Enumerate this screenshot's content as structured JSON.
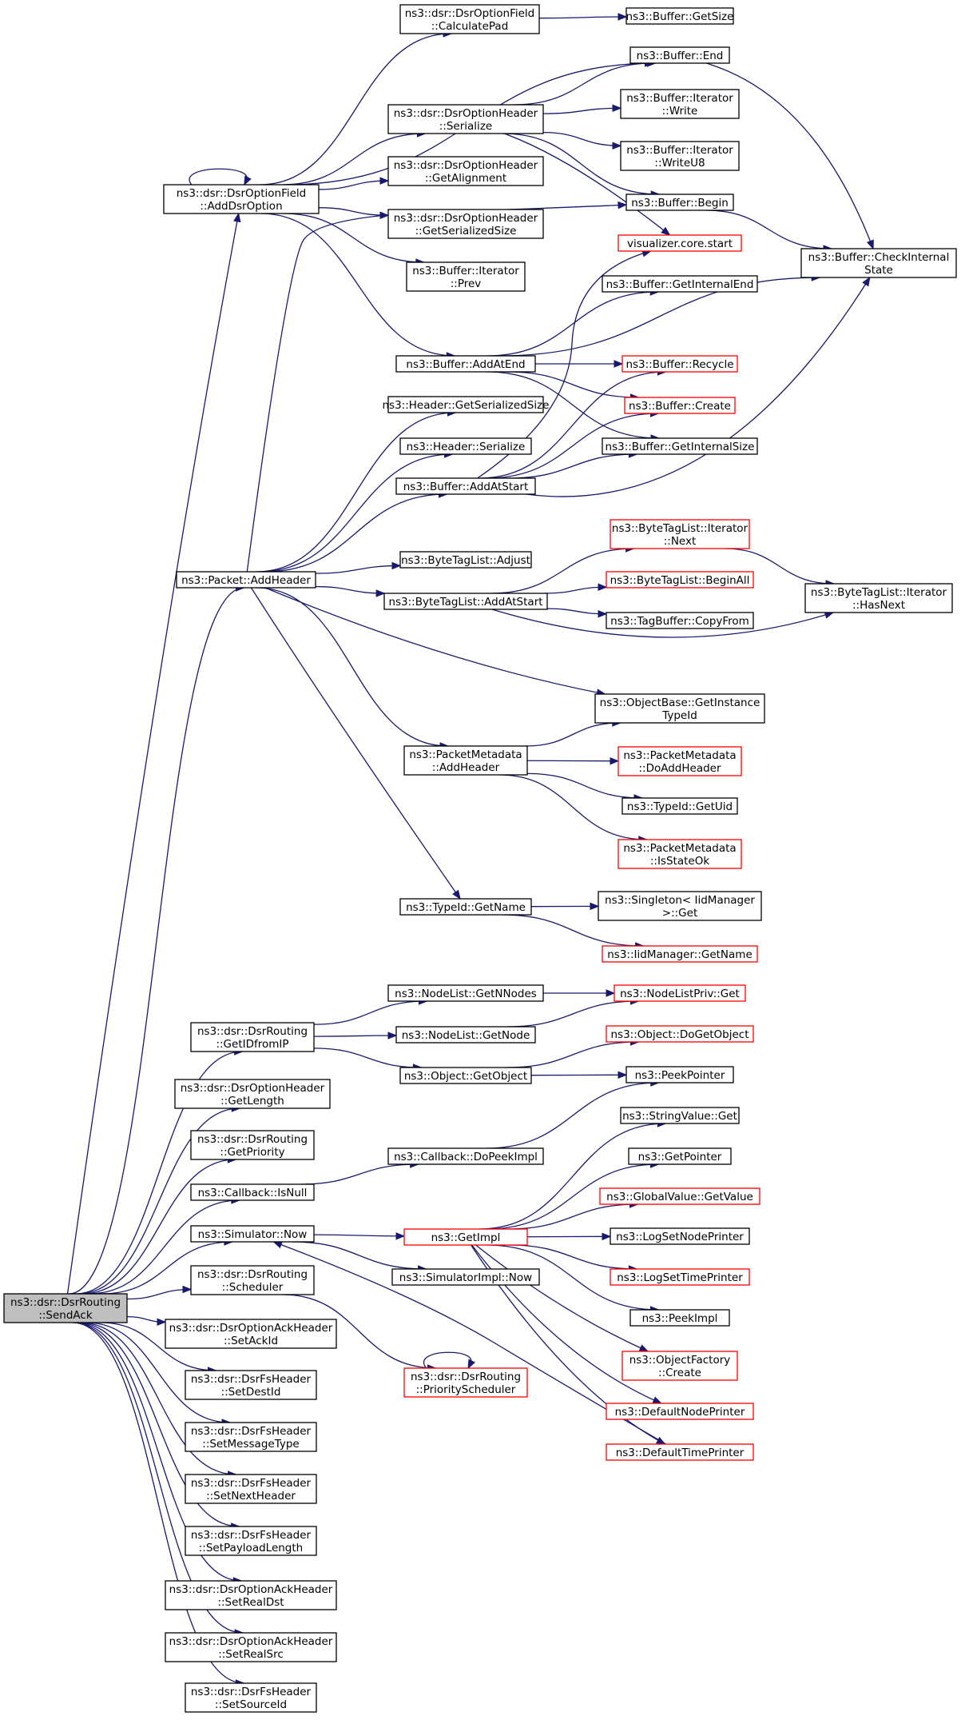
{
  "colors": {
    "background": "#ffffff",
    "edge": "#191970",
    "node_border": "#000000",
    "node_border_truncated": "#ff0000",
    "root_fill": "#bfbfbf",
    "node_fill": "#ffffff",
    "text": "#000000"
  },
  "nodes": [
    {
      "id": "sendack",
      "lines": [
        "ns3::dsr::DsrRouting",
        "::SendAck"
      ],
      "root": true
    },
    {
      "id": "adddsroption",
      "lines": [
        "ns3::dsr::DsrOptionField",
        "::AddDsrOption"
      ]
    },
    {
      "id": "packet_addheader",
      "lines": [
        "ns3::Packet::AddHeader"
      ]
    },
    {
      "id": "getidfromip",
      "lines": [
        "ns3::dsr::DsrRouting",
        "::GetIDfromIP"
      ]
    },
    {
      "id": "ohdr_getlength",
      "lines": [
        "ns3::dsr::DsrOptionHeader",
        "::GetLength"
      ]
    },
    {
      "id": "getpriority",
      "lines": [
        "ns3::dsr::DsrRouting",
        "::GetPriority"
      ]
    },
    {
      "id": "cb_isnull",
      "lines": [
        "ns3::Callback::IsNull"
      ]
    },
    {
      "id": "sim_now",
      "lines": [
        "ns3::Simulator::Now"
      ]
    },
    {
      "id": "scheduler",
      "lines": [
        "ns3::dsr::DsrRouting",
        "::Scheduler"
      ]
    },
    {
      "id": "ack_setackid",
      "lines": [
        "ns3::dsr::DsrOptionAckHeader",
        "::SetAckId"
      ]
    },
    {
      "id": "fs_setdestid",
      "lines": [
        "ns3::dsr::DsrFsHeader",
        "::SetDestId"
      ]
    },
    {
      "id": "fs_setmsgtype",
      "lines": [
        "ns3::dsr::DsrFsHeader",
        "::SetMessageType"
      ]
    },
    {
      "id": "fs_setnexthdr",
      "lines": [
        "ns3::dsr::DsrFsHeader",
        "::SetNextHeader"
      ]
    },
    {
      "id": "fs_setpayload",
      "lines": [
        "ns3::dsr::DsrFsHeader",
        "::SetPayloadLength"
      ]
    },
    {
      "id": "ack_setrealdst",
      "lines": [
        "ns3::dsr::DsrOptionAckHeader",
        "::SetRealDst"
      ]
    },
    {
      "id": "ack_setrealsrc",
      "lines": [
        "ns3::dsr::DsrOptionAckHeader",
        "::SetRealSrc"
      ]
    },
    {
      "id": "fs_setsourceid",
      "lines": [
        "ns3::dsr::DsrFsHeader",
        "::SetSourceId"
      ]
    },
    {
      "id": "calcpad",
      "lines": [
        "ns3::dsr::DsrOptionField",
        "::CalculatePad"
      ]
    },
    {
      "id": "ohdr_serialize",
      "lines": [
        "ns3::dsr::DsrOptionHeader",
        "::Serialize"
      ]
    },
    {
      "id": "ohdr_getalign",
      "lines": [
        "ns3::dsr::DsrOptionHeader",
        "::GetAlignment"
      ]
    },
    {
      "id": "ohdr_getser",
      "lines": [
        "ns3::dsr::DsrOptionHeader",
        "::GetSerializedSize"
      ]
    },
    {
      "id": "bi_prev",
      "lines": [
        "ns3::Buffer::Iterator",
        "::Prev"
      ]
    },
    {
      "id": "buf_addatend",
      "lines": [
        "ns3::Buffer::AddAtEnd"
      ]
    },
    {
      "id": "hdr_getser",
      "lines": [
        "ns3::Header::GetSerializedSize"
      ]
    },
    {
      "id": "hdr_serialize",
      "lines": [
        "ns3::Header::Serialize"
      ]
    },
    {
      "id": "buf_addatstart",
      "lines": [
        "ns3::Buffer::AddAtStart"
      ]
    },
    {
      "id": "btl_adjust",
      "lines": [
        "ns3::ByteTagList::Adjust"
      ]
    },
    {
      "id": "btl_addatstart",
      "lines": [
        "ns3::ByteTagList::AddAtStart"
      ]
    },
    {
      "id": "pm_addheader",
      "lines": [
        "ns3::PacketMetadata",
        "::AddHeader"
      ]
    },
    {
      "id": "typeid_getname",
      "lines": [
        "ns3::TypeId::GetName"
      ]
    },
    {
      "id": "nl_getnnodes",
      "lines": [
        "ns3::NodeList::GetNNodes"
      ]
    },
    {
      "id": "nl_getnode",
      "lines": [
        "ns3::NodeList::GetNode"
      ]
    },
    {
      "id": "obj_getobject",
      "lines": [
        "ns3::Object::GetObject"
      ]
    },
    {
      "id": "cb_dopeekimpl",
      "lines": [
        "ns3::Callback::DoPeekImpl"
      ]
    },
    {
      "id": "getimpl",
      "lines": [
        "ns3::GetImpl"
      ],
      "truncated": true
    },
    {
      "id": "simimpl_now",
      "lines": [
        "ns3::SimulatorImpl::Now"
      ]
    },
    {
      "id": "prio_sched",
      "lines": [
        "ns3::dsr::DsrRouting",
        "::PriorityScheduler"
      ],
      "truncated": true
    },
    {
      "id": "buf_getsize",
      "lines": [
        "ns3::Buffer::GetSize"
      ]
    },
    {
      "id": "buf_end",
      "lines": [
        "ns3::Buffer::End"
      ]
    },
    {
      "id": "bi_write",
      "lines": [
        "ns3::Buffer::Iterator",
        "::Write"
      ]
    },
    {
      "id": "bi_writeu8",
      "lines": [
        "ns3::Buffer::Iterator",
        "::WriteU8"
      ]
    },
    {
      "id": "buf_begin",
      "lines": [
        "ns3::Buffer::Begin"
      ]
    },
    {
      "id": "viz_start",
      "lines": [
        "visualizer.core.start"
      ],
      "truncated": true
    },
    {
      "id": "buf_getintend",
      "lines": [
        "ns3::Buffer::GetInternalEnd"
      ]
    },
    {
      "id": "buf_recycle",
      "lines": [
        "ns3::Buffer::Recycle"
      ],
      "truncated": true
    },
    {
      "id": "buf_create",
      "lines": [
        "ns3::Buffer::Create"
      ],
      "truncated": true
    },
    {
      "id": "buf_getintsize",
      "lines": [
        "ns3::Buffer::GetInternalSize"
      ]
    },
    {
      "id": "btli_next",
      "lines": [
        "ns3::ByteTagList::Iterator",
        "::Next"
      ],
      "truncated": true
    },
    {
      "id": "btl_beginall",
      "lines": [
        "ns3::ByteTagList::BeginAll"
      ],
      "truncated": true
    },
    {
      "id": "tagbuf_copyfrom",
      "lines": [
        "ns3::TagBuffer::CopyFrom"
      ]
    },
    {
      "id": "ob_getinstancetid",
      "lines": [
        "ns3::ObjectBase::GetInstance",
        "TypeId"
      ]
    },
    {
      "id": "pm_doaddheader",
      "lines": [
        "ns3::PacketMetadata",
        "::DoAddHeader"
      ],
      "truncated": true
    },
    {
      "id": "typeid_getuid",
      "lines": [
        "ns3::TypeId::GetUid"
      ]
    },
    {
      "id": "pm_isstateok",
      "lines": [
        "ns3::PacketMetadata",
        "::IsStateOk"
      ],
      "truncated": true
    },
    {
      "id": "singleton_get",
      "lines": [
        "ns3::Singleton< IidManager",
        " >::Get"
      ]
    },
    {
      "id": "iid_getname",
      "lines": [
        "ns3::IidManager::GetName"
      ],
      "truncated": true
    },
    {
      "id": "nlpriv_get",
      "lines": [
        "ns3::NodeListPriv::Get"
      ],
      "truncated": true
    },
    {
      "id": "obj_dogetobject",
      "lines": [
        "ns3::Object::DoGetObject"
      ],
      "truncated": true
    },
    {
      "id": "peekpointer",
      "lines": [
        "ns3::PeekPointer"
      ]
    },
    {
      "id": "strval_get",
      "lines": [
        "ns3::StringValue::Get"
      ]
    },
    {
      "id": "getpointer",
      "lines": [
        "ns3::GetPointer"
      ]
    },
    {
      "id": "gv_getvalue",
      "lines": [
        "ns3::GlobalValue::GetValue"
      ],
      "truncated": true
    },
    {
      "id": "logsetnodeprinter",
      "lines": [
        "ns3::LogSetNodePrinter"
      ]
    },
    {
      "id": "logsettimeprinter",
      "lines": [
        "ns3::LogSetTimePrinter"
      ],
      "truncated": true
    },
    {
      "id": "peekimpl",
      "lines": [
        "ns3::PeekImpl"
      ]
    },
    {
      "id": "objfactory_create",
      "lines": [
        "ns3::ObjectFactory",
        "::Create"
      ],
      "truncated": true
    },
    {
      "id": "defaultnodeprinter",
      "lines": [
        "ns3::DefaultNodePrinter"
      ],
      "truncated": true
    },
    {
      "id": "defaulttimeprinter",
      "lines": [
        "ns3::DefaultTimePrinter"
      ],
      "truncated": true
    },
    {
      "id": "buf_checkinternal",
      "lines": [
        "ns3::Buffer::CheckInternal",
        "State"
      ]
    },
    {
      "id": "btli_hasnext",
      "lines": [
        "ns3::ByteTagList::Iterator",
        "::HasNext"
      ]
    }
  ],
  "edges": [
    {
      "from": "sendack",
      "to": "adddsroption"
    },
    {
      "from": "sendack",
      "to": "packet_addheader"
    },
    {
      "from": "sendack",
      "to": "getidfromip"
    },
    {
      "from": "sendack",
      "to": "ohdr_getlength"
    },
    {
      "from": "sendack",
      "to": "getpriority"
    },
    {
      "from": "sendack",
      "to": "cb_isnull"
    },
    {
      "from": "sendack",
      "to": "sim_now"
    },
    {
      "from": "sendack",
      "to": "scheduler"
    },
    {
      "from": "sendack",
      "to": "ack_setackid"
    },
    {
      "from": "sendack",
      "to": "fs_setdestid"
    },
    {
      "from": "sendack",
      "to": "fs_setmsgtype"
    },
    {
      "from": "sendack",
      "to": "fs_setnexthdr"
    },
    {
      "from": "sendack",
      "to": "fs_setpayload"
    },
    {
      "from": "sendack",
      "to": "ack_setrealdst"
    },
    {
      "from": "sendack",
      "to": "ack_setrealsrc"
    },
    {
      "from": "sendack",
      "to": "fs_setsourceid"
    },
    {
      "from": "adddsroption",
      "to": "adddsroption"
    },
    {
      "from": "adddsroption",
      "to": "calcpad"
    },
    {
      "from": "adddsroption",
      "to": "buf_end"
    },
    {
      "from": "adddsroption",
      "to": "ohdr_serialize"
    },
    {
      "from": "adddsroption",
      "to": "ohdr_getalign"
    },
    {
      "from": "adddsroption",
      "to": "ohdr_getser"
    },
    {
      "from": "adddsroption",
      "to": "bi_prev"
    },
    {
      "from": "adddsroption",
      "to": "buf_addatend"
    },
    {
      "from": "calcpad",
      "to": "buf_getsize"
    },
    {
      "from": "ohdr_serialize",
      "to": "buf_end"
    },
    {
      "from": "ohdr_serialize",
      "to": "bi_write"
    },
    {
      "from": "ohdr_serialize",
      "to": "bi_writeu8"
    },
    {
      "from": "ohdr_serialize",
      "to": "buf_begin"
    },
    {
      "from": "ohdr_serialize",
      "to": "viz_start"
    },
    {
      "from": "buf_end",
      "to": "buf_checkinternal"
    },
    {
      "from": "buf_begin",
      "to": "buf_checkinternal"
    },
    {
      "from": "packet_addheader",
      "to": "buf_begin"
    },
    {
      "from": "packet_addheader",
      "to": "hdr_getser"
    },
    {
      "from": "packet_addheader",
      "to": "hdr_serialize"
    },
    {
      "from": "packet_addheader",
      "to": "buf_addatstart"
    },
    {
      "from": "packet_addheader",
      "to": "btl_adjust"
    },
    {
      "from": "packet_addheader",
      "to": "btl_addatstart"
    },
    {
      "from": "packet_addheader",
      "to": "ob_getinstancetid"
    },
    {
      "from": "packet_addheader",
      "to": "pm_addheader"
    },
    {
      "from": "packet_addheader",
      "to": "typeid_getname"
    },
    {
      "from": "buf_addatend",
      "to": "buf_checkinternal"
    },
    {
      "from": "buf_addatend",
      "to": "buf_getintend"
    },
    {
      "from": "buf_addatend",
      "to": "buf_recycle"
    },
    {
      "from": "buf_addatend",
      "to": "buf_create"
    },
    {
      "from": "buf_addatend",
      "to": "buf_getintsize"
    },
    {
      "from": "buf_addatstart",
      "to": "viz_start"
    },
    {
      "from": "buf_addatstart",
      "to": "buf_recycle"
    },
    {
      "from": "buf_addatstart",
      "to": "buf_create"
    },
    {
      "from": "buf_addatstart",
      "to": "buf_getintsize"
    },
    {
      "from": "buf_addatstart",
      "to": "buf_checkinternal"
    },
    {
      "from": "btl_addatstart",
      "to": "btli_next"
    },
    {
      "from": "btl_addatstart",
      "to": "btl_beginall"
    },
    {
      "from": "btl_addatstart",
      "to": "tagbuf_copyfrom"
    },
    {
      "from": "btl_addatstart",
      "to": "btli_hasnext"
    },
    {
      "from": "btli_next",
      "to": "btli_hasnext"
    },
    {
      "from": "pm_addheader",
      "to": "ob_getinstancetid"
    },
    {
      "from": "pm_addheader",
      "to": "pm_doaddheader"
    },
    {
      "from": "pm_addheader",
      "to": "typeid_getuid"
    },
    {
      "from": "pm_addheader",
      "to": "pm_isstateok"
    },
    {
      "from": "typeid_getname",
      "to": "singleton_get"
    },
    {
      "from": "typeid_getname",
      "to": "iid_getname"
    },
    {
      "from": "getidfromip",
      "to": "nl_getnnodes"
    },
    {
      "from": "getidfromip",
      "to": "nl_getnode"
    },
    {
      "from": "getidfromip",
      "to": "obj_getobject"
    },
    {
      "from": "nl_getnnodes",
      "to": "nlpriv_get"
    },
    {
      "from": "nl_getnode",
      "to": "nlpriv_get"
    },
    {
      "from": "obj_getobject",
      "to": "obj_dogetobject"
    },
    {
      "from": "obj_getobject",
      "to": "peekpointer"
    },
    {
      "from": "cb_isnull",
      "to": "cb_dopeekimpl"
    },
    {
      "from": "cb_dopeekimpl",
      "to": "peekpointer"
    },
    {
      "from": "sim_now",
      "to": "getimpl"
    },
    {
      "from": "sim_now",
      "to": "simimpl_now"
    },
    {
      "from": "getimpl",
      "to": "strval_get"
    },
    {
      "from": "getimpl",
      "to": "getpointer"
    },
    {
      "from": "getimpl",
      "to": "gv_getvalue"
    },
    {
      "from": "getimpl",
      "to": "logsetnodeprinter"
    },
    {
      "from": "getimpl",
      "to": "logsettimeprinter"
    },
    {
      "from": "getimpl",
      "to": "peekimpl"
    },
    {
      "from": "getimpl",
      "to": "objfactory_create"
    },
    {
      "from": "getimpl",
      "to": "defaultnodeprinter"
    },
    {
      "from": "getimpl",
      "to": "defaulttimeprinter"
    },
    {
      "from": "defaulttimeprinter",
      "to": "sim_now"
    },
    {
      "from": "scheduler",
      "to": "prio_sched"
    },
    {
      "from": "prio_sched",
      "to": "prio_sched"
    }
  ]
}
